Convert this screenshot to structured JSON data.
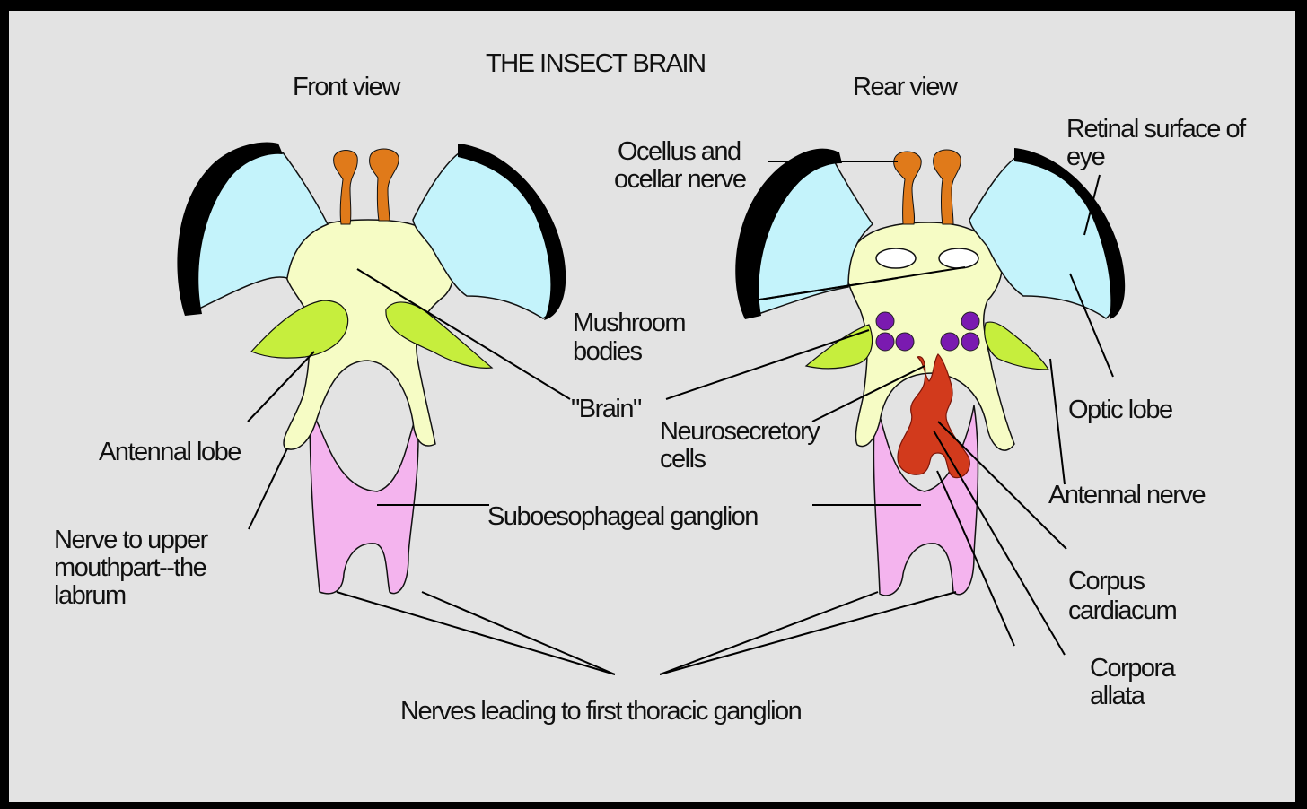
{
  "title": "THE INSECT BRAIN",
  "views": {
    "front": "Front view",
    "rear": "Rear view"
  },
  "labels": {
    "retinal_surface": [
      "Retinal surface of",
      "eye"
    ],
    "ocellus": [
      "Ocellus and",
      "ocellar nerve"
    ],
    "mushroom_bodies": [
      "Mushroom",
      "bodies"
    ],
    "brain": "\"Brain\"",
    "neurosecretory": [
      "Neurosecretory",
      "cells"
    ],
    "optic_lobe": "Optic lobe",
    "antennal_lobe": "Antennal lobe",
    "antennal_nerve": "Antennal nerve",
    "nerve_upper": [
      "Nerve to upper",
      "mouthpart--the",
      "labrum"
    ],
    "suboesophageal": "Suboesophageal ganglion",
    "corpus_cardiacum": [
      "Corpus",
      "cardiacum"
    ],
    "corpora_allata": [
      "Corpora",
      "allata"
    ],
    "nerves_thoracic": "Nerves leading to first thoracic ganglion"
  },
  "colors": {
    "background": "#e3e3e3",
    "frame": "#000000",
    "optic_lobe": "#c4f3fb",
    "retina": "#000000",
    "ocellus": "#e07a1a",
    "brain": "#f6fcc5",
    "antennal_lobe": "#c6ee3d",
    "suboesophageal": "#f4b4ee",
    "neurosecretory": "#7a1ab0",
    "corpora": "#d23a1c"
  }
}
